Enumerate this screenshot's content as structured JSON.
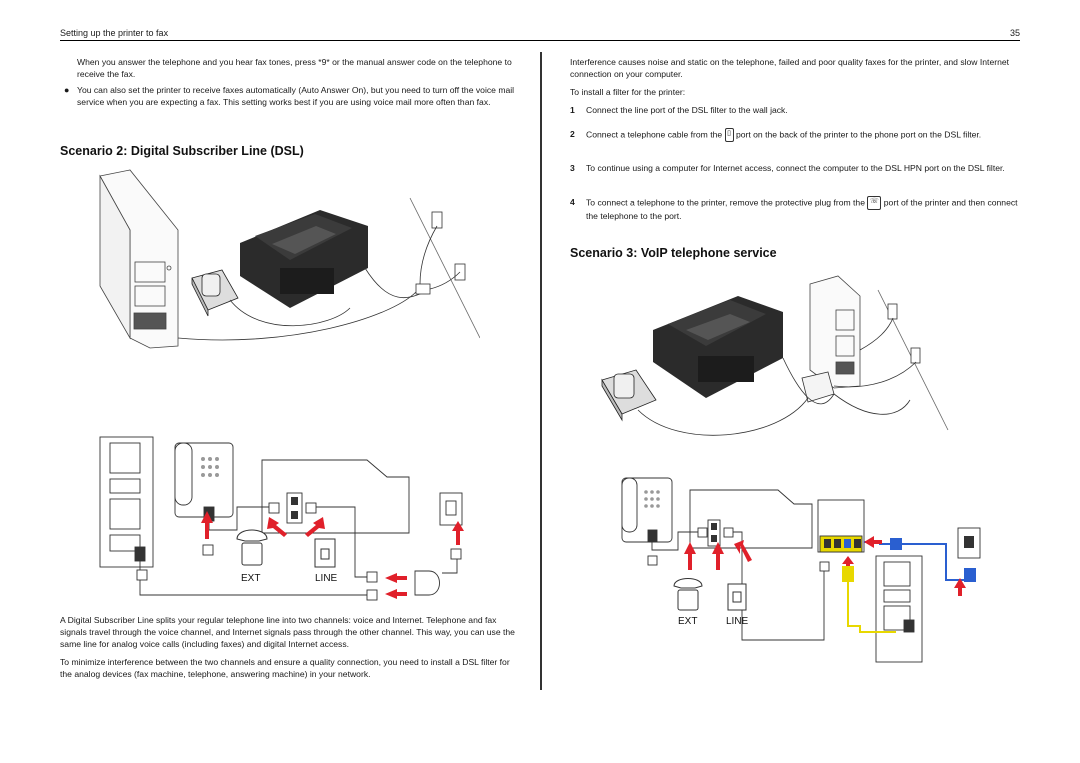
{
  "header": {
    "section": "Setting up the printer to fax",
    "page_number": "35"
  },
  "left": {
    "intro_para": "When you answer the telephone and you hear fax tones, press *9* or the manual answer code on the telephone to receive the fax.",
    "bullet_text": "You can also set the printer to receive faxes automatically (Auto Answer On), but you need to turn off the voice mail service when you are expecting a fax. This setting works best if you are using voice mail more often than fax.",
    "heading": "Scenario 2: Digital Subscriber Line (DSL)",
    "diagram_labels": {
      "ext": "EXT",
      "line": "LINE"
    },
    "para1": "A Digital Subscriber Line splits your regular telephone line into two channels: voice and Internet. Telephone and fax signals travel through the voice channel, and Internet signals pass through the other channel. This way, you can use the same line for analog voice calls (including faxes) and digital Internet access.",
    "para2": "To minimize interference between the two channels and ensure a quality connection, you need to install a DSL filter for the analog devices (fax machine, telephone, answering machine) in your network."
  },
  "right": {
    "para1": "Interference causes noise and static on the telephone, failed and poor quality faxes for the printer, and slow Internet connection on your computer.",
    "para2": "To install a filter for the printer:",
    "steps": [
      {
        "num": "1",
        "text": "Connect the line port of the DSL filter to the wall jack."
      },
      {
        "num": "2",
        "text_a": "Connect a telephone cable from the",
        "text_b": "port on the back of the printer to the phone port on the DSL filter."
      },
      {
        "num": "3",
        "text": "To continue using a computer for Internet access, connect the computer to the DSL HPN port on the DSL filter."
      },
      {
        "num": "4",
        "text_a": "To connect a telephone to the printer, remove the protective plug from the",
        "text_b": "port of the printer and then connect the telephone to the port."
      }
    ],
    "heading": "Scenario 3: VoIP telephone service",
    "diagram_labels": {
      "ext": "EXT",
      "line": "LINE"
    }
  },
  "colors": {
    "red_arrow": "#e0202a",
    "blue_cable": "#2a5fd0",
    "yellow_cable": "#e8d800",
    "printer_dark": "#2b2b2b"
  }
}
